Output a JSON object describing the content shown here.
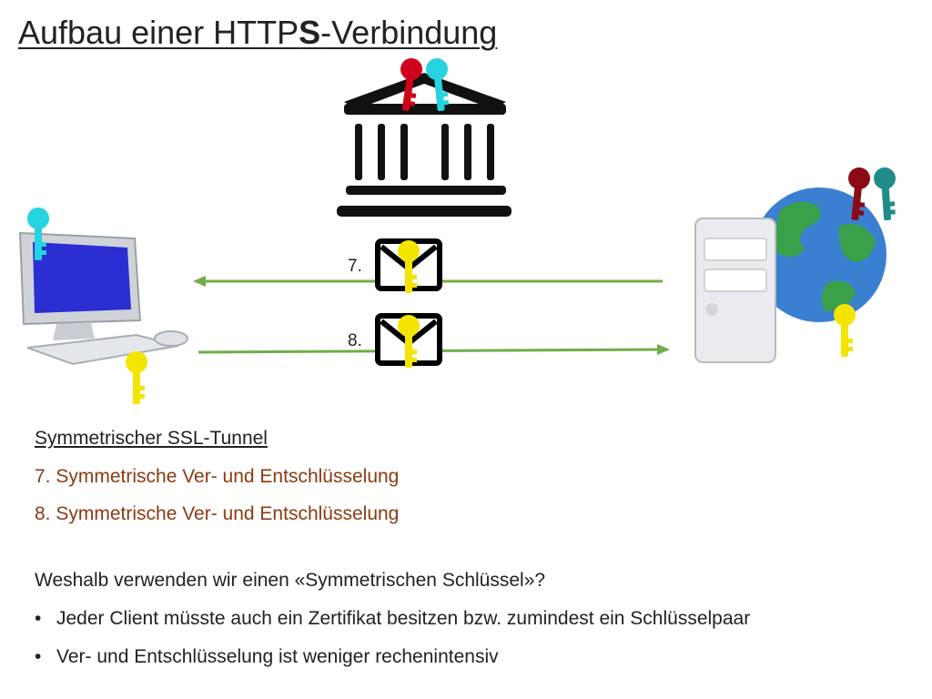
{
  "title": {
    "prefix": "Aufbau einer HTTP",
    "bold": "S",
    "suffix": "-Verbindung"
  },
  "diagram": {
    "step7_label": "7.",
    "step8_label": "8.",
    "colors": {
      "key_red": "#d0021b",
      "key_cyan": "#26d3e0",
      "key_darkred": "#8b0a16",
      "key_teal": "#1f8c8a",
      "key_yellow": "#f4e500",
      "arrow_green": "#70ad47",
      "monitor_screen": "#2b2ed0"
    },
    "icons": [
      "bank-icon",
      "computer-icon",
      "server-icon",
      "globe-icon",
      "envelope-icon",
      "key-icon"
    ]
  },
  "text": {
    "heading": "Symmetrischer SSL-Tunnel",
    "line7": "7. Symmetrische Ver- und Entschlüsselung",
    "line8": "8. Symmetrische Ver- und Entschlüsselung",
    "question": "Weshalb verwenden wir einen «Symmetrischen Schlüssel»?",
    "bullets": [
      "Jeder Client müsste auch ein Zertifikat besitzen bzw. zumindest ein Schlüsselpaar",
      "Ver- und Entschlüsselung ist weniger rechenintensiv"
    ],
    "bullet_char": "•"
  }
}
